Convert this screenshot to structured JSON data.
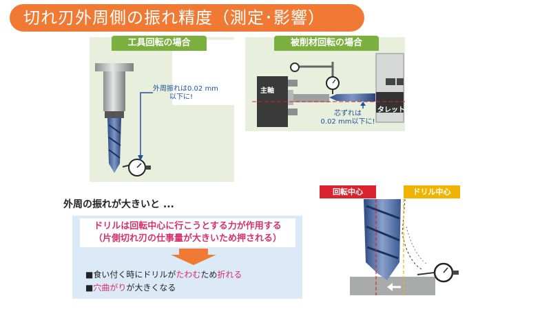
{
  "title": "切れ刃外周側の振れ精度（測定･影響）",
  "left_panel": {
    "tab": "工具回転の場合",
    "note_line1": "外周振れは0.02 mm",
    "note_line2": "以下に!"
  },
  "right_panel": {
    "tab": "被削材回転の場合",
    "spindle_label": "主軸",
    "turret_label": "タレット",
    "note_line1": "芯ずれは",
    "note_line2": "0.02 mm以下に!"
  },
  "effects": {
    "heading": "外周の振れが大きいと ...",
    "box_line1": "ドリルは回転中心に行こうとする力が作用する",
    "box_line2": "（片側切れ刃の仕事量が大きいため押される）",
    "bullet1": {
      "p1": "■食い付く時にドリルが",
      "p2": "たわむ",
      "p3": "ため",
      "p4": "折れる"
    },
    "bullet2": {
      "p1": "■",
      "p2": "穴曲がり",
      "p3": "が大きくなる"
    }
  },
  "drill_diagram": {
    "rotation_center": "回転中心",
    "drill_center": "ドリル中心",
    "colors": {
      "rotation": "#d9232e",
      "drill": "#f0b400",
      "accent": "#f07a33"
    }
  }
}
